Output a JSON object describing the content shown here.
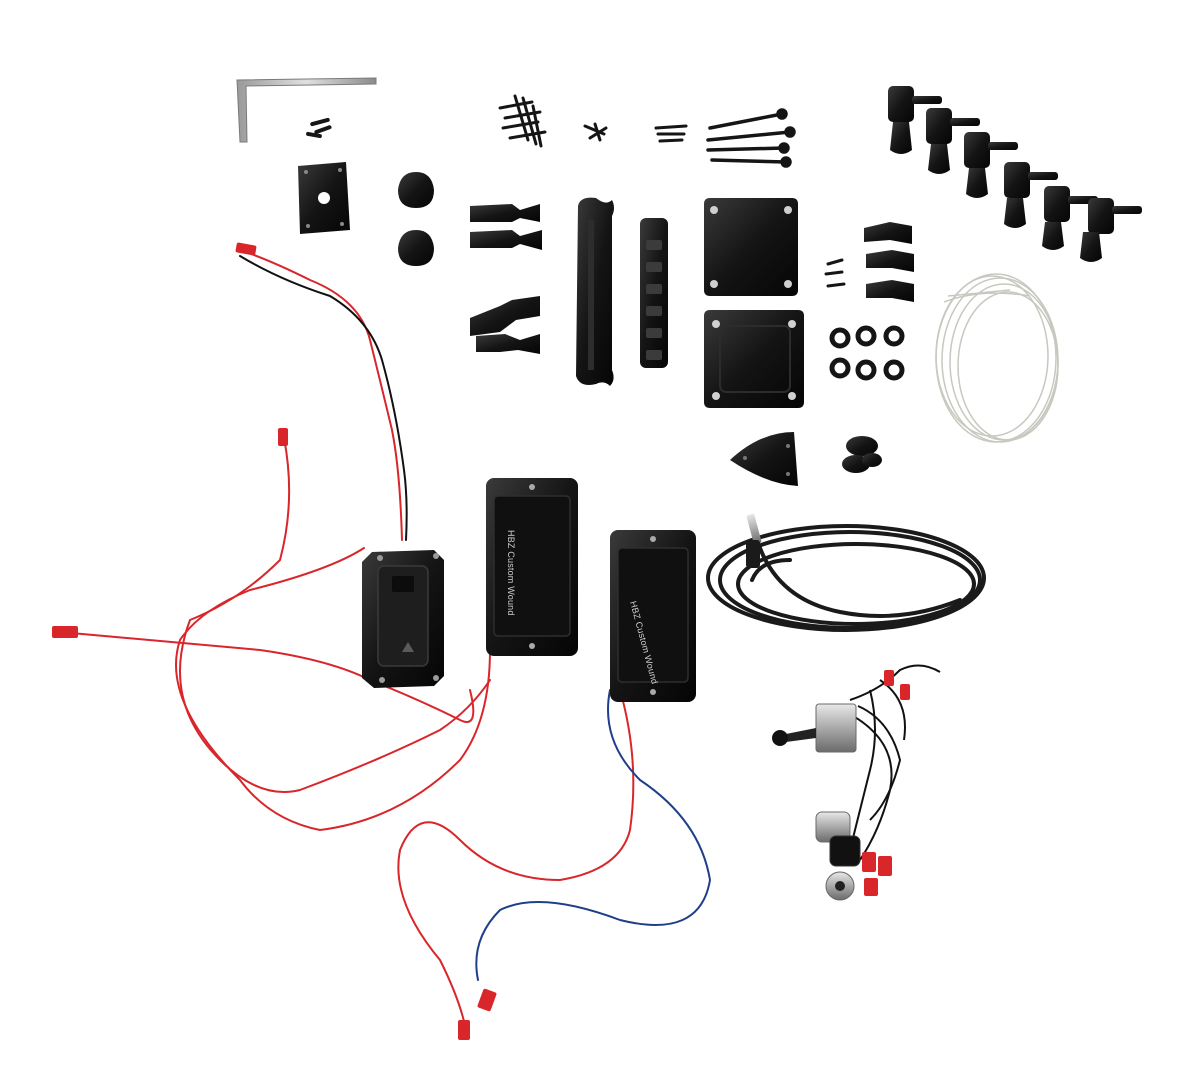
{
  "photo": {
    "subject": "guitar-kit-parts",
    "background_color": "#ffffff",
    "pickups": [
      {
        "label": "HBZ Custom Wound"
      },
      {
        "label": "HBZ Custom Wound"
      }
    ],
    "colors": {
      "hardware_black": "#141414",
      "wire_red": "#d8262b",
      "wire_blue": "#1f3f8a",
      "wire_black": "#111111",
      "chrome": "#b7b7b7",
      "string_silver": "#c8c8c0"
    }
  }
}
